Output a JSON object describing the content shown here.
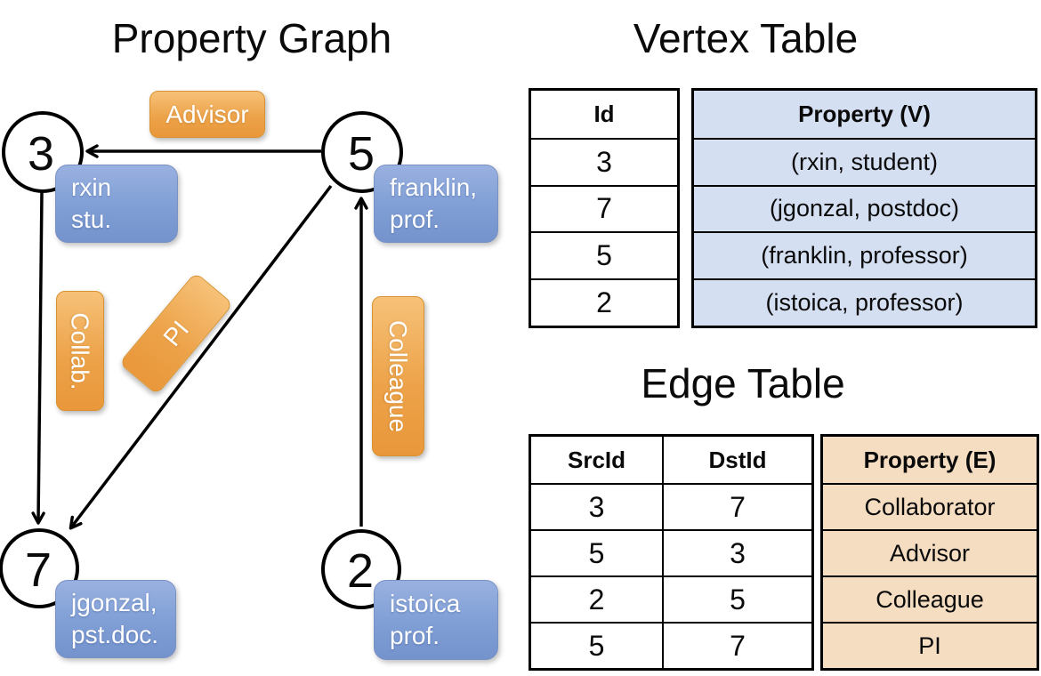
{
  "graph_panel": {
    "title": "Property Graph",
    "nodes": [
      {
        "id": "3",
        "line1": "rxin",
        "line2": "stu."
      },
      {
        "id": "5",
        "line1": "franklin,",
        "line2": "prof."
      },
      {
        "id": "7",
        "line1": "jgonzal,",
        "line2": "pst.doc."
      },
      {
        "id": "2",
        "line1": "istoica",
        "line2": "prof."
      }
    ],
    "edge_labels": {
      "advisor": "Advisor",
      "collab": "Collab.",
      "pi": "PI",
      "colleague": "Colleague"
    }
  },
  "vertex_table": {
    "title": "Vertex Table",
    "columns": {
      "id": "Id",
      "property": "Property (V)"
    },
    "rows": [
      {
        "id": "3",
        "property": "(rxin, student)"
      },
      {
        "id": "7",
        "property": "(jgonzal, postdoc)"
      },
      {
        "id": "5",
        "property": "(franklin, professor)"
      },
      {
        "id": "2",
        "property": "(istoica, professor)"
      }
    ]
  },
  "edge_table": {
    "title": "Edge Table",
    "columns": {
      "src": "SrcId",
      "dst": "DstId",
      "property": "Property (E)"
    },
    "rows": [
      {
        "src": "3",
        "dst": "7",
        "property": "Collaborator"
      },
      {
        "src": "5",
        "dst": "3",
        "property": "Advisor"
      },
      {
        "src": "2",
        "dst": "5",
        "property": "Colleague"
      },
      {
        "src": "5",
        "dst": "7",
        "property": "PI"
      }
    ]
  },
  "colors": {
    "edge_label_orange": "#EDA34A",
    "vertex_label_blue": "#81A0D6",
    "vertex_property_fill": "#D5DFF2",
    "edge_property_fill": "#F5DDC2",
    "line_black": "#000000"
  }
}
